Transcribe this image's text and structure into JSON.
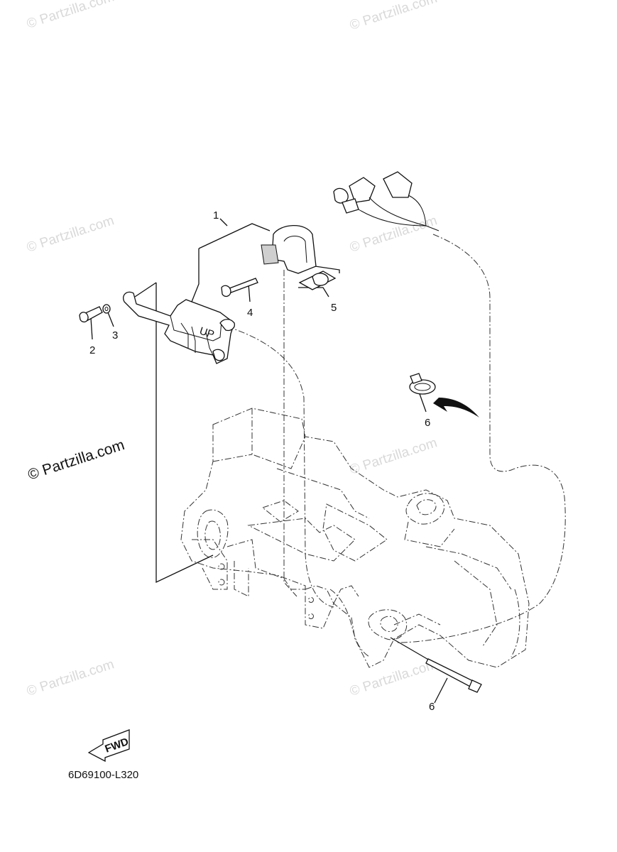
{
  "watermark": {
    "faint_text": "© Partzilla.com",
    "main_text": "© Partzilla.com"
  },
  "callouts": {
    "part_1": "1",
    "part_2": "2",
    "part_3": "3",
    "part_4": "4",
    "part_5": "5",
    "part_6a": "6",
    "part_6b": "6"
  },
  "switch_marking": "UP",
  "direction_badge": "FWD",
  "diagram_code": "6D69100-L320"
}
